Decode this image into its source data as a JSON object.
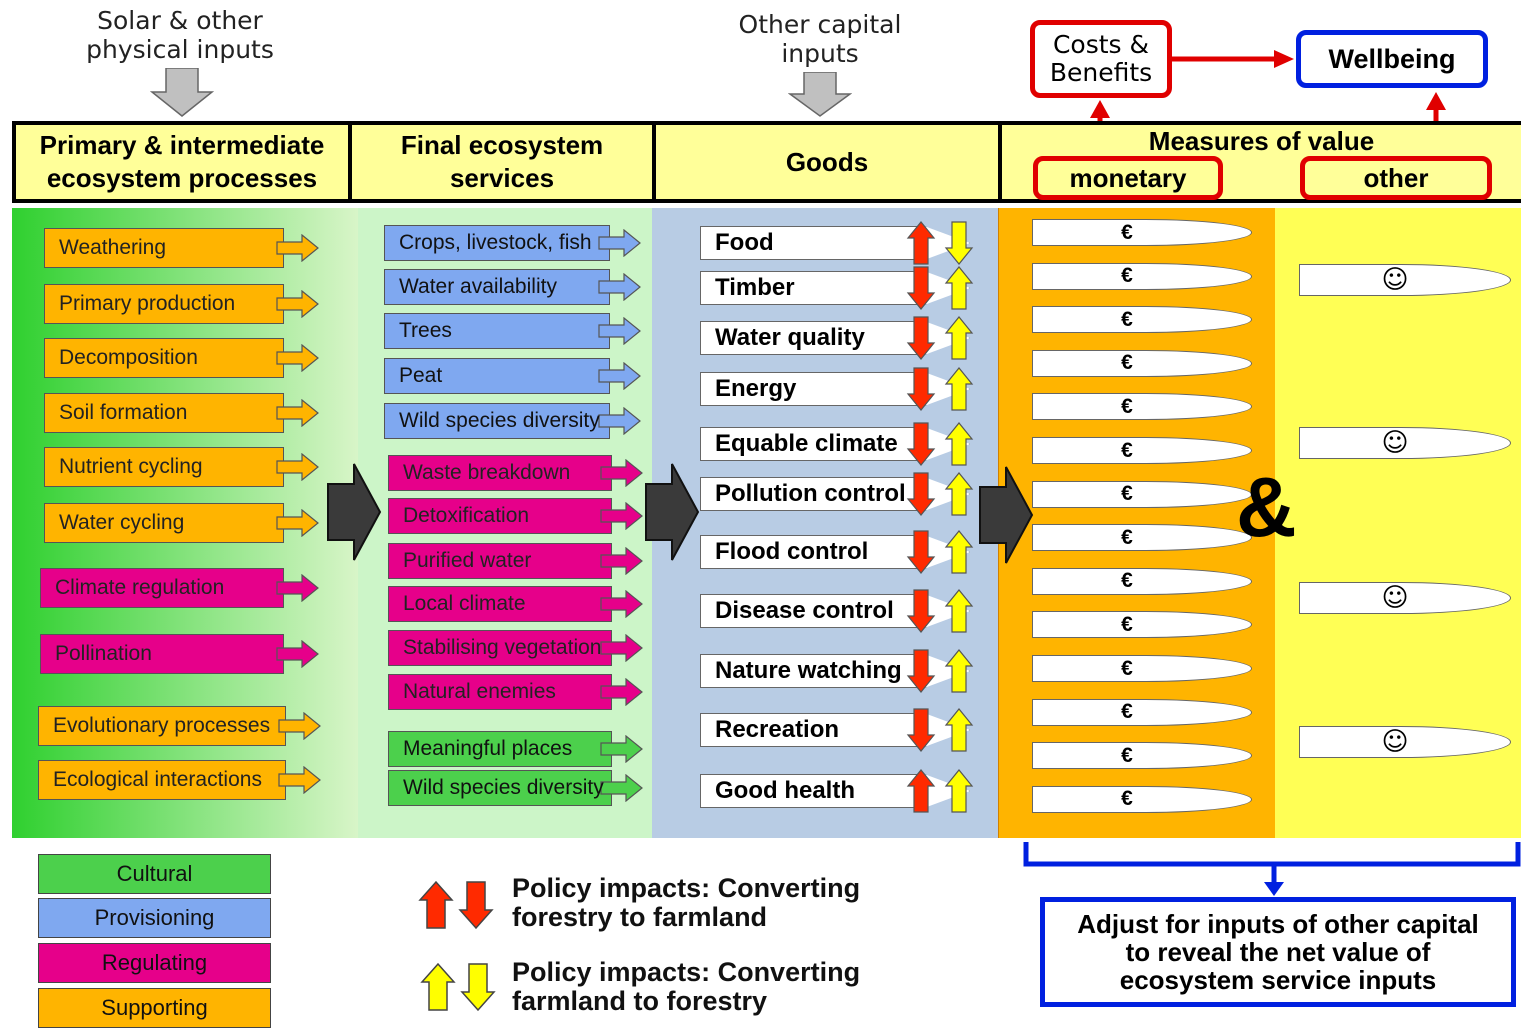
{
  "top": {
    "solar": "Solar & other\nphysical inputs",
    "capital": "Other capital\ninputs",
    "costs": "Costs &\nBenefits",
    "wellbeing": "Wellbeing"
  },
  "headers": {
    "primary": "Primary & intermediate ecosystem processes",
    "final": "Final ecosystem services",
    "goods": "Goods",
    "measures": "Measures of value",
    "monetary": "monetary",
    "other": "other"
  },
  "processes": [
    {
      "label": "Weathering",
      "type": "Supporting"
    },
    {
      "label": "Primary production",
      "type": "Supporting"
    },
    {
      "label": "Decomposition",
      "type": "Supporting"
    },
    {
      "label": "Soil formation",
      "type": "Supporting"
    },
    {
      "label": "Nutrient cycling",
      "type": "Supporting"
    },
    {
      "label": "Water cycling",
      "type": "Supporting"
    },
    {
      "label": "Climate regulation",
      "type": "Regulating"
    },
    {
      "label": "Pollination",
      "type": "Regulating"
    },
    {
      "label": "Evolutionary processes",
      "type": "Supporting"
    },
    {
      "label": "Ecological interactions",
      "type": "Supporting"
    }
  ],
  "services": [
    {
      "label": "Crops, livestock, fish",
      "type": "Provisioning"
    },
    {
      "label": "Water availability",
      "type": "Provisioning"
    },
    {
      "label": "Trees",
      "type": "Provisioning"
    },
    {
      "label": "Peat",
      "type": "Provisioning"
    },
    {
      "label": "Wild species diversity",
      "type": "Provisioning"
    },
    {
      "label": "Waste breakdown",
      "type": "Regulating"
    },
    {
      "label": "Detoxification",
      "type": "Regulating"
    },
    {
      "label": "Purified water",
      "type": "Regulating"
    },
    {
      "label": "Local climate",
      "type": "Regulating"
    },
    {
      "label": "Stabilising vegetation",
      "type": "Regulating"
    },
    {
      "label": "Natural enemies",
      "type": "Regulating"
    },
    {
      "label": "Meaningful places",
      "type": "Cultural"
    },
    {
      "label": "Wild species diversity",
      "type": "Cultural"
    }
  ],
  "goods": [
    {
      "label": "Food",
      "red": "up",
      "yellow": "down"
    },
    {
      "label": "Timber",
      "red": "down",
      "yellow": "up"
    },
    {
      "label": "Water quality",
      "red": "down",
      "yellow": "up"
    },
    {
      "label": "Energy",
      "red": "down",
      "yellow": "up"
    },
    {
      "label": "Equable climate",
      "red": "down",
      "yellow": "up"
    },
    {
      "label": "Pollution control",
      "red": "down",
      "yellow": "up"
    },
    {
      "label": "Flood control",
      "red": "down",
      "yellow": "up"
    },
    {
      "label": "Disease control",
      "red": "down",
      "yellow": "up"
    },
    {
      "label": "Nature watching",
      "red": "down",
      "yellow": "up"
    },
    {
      "label": "Recreation",
      "red": "down",
      "yellow": "up"
    },
    {
      "label": "Good health",
      "red": "up",
      "yellow": "up"
    }
  ],
  "euro_symbol": "€",
  "euro_count": 14,
  "smile_symbol": "☺",
  "smile_count": 4,
  "ampersand": "&",
  "legend": [
    "Cultural",
    "Provisioning",
    "Regulating",
    "Supporting"
  ],
  "policy": {
    "red": "Policy impacts: Converting\nforestry to farmland",
    "yellow": "Policy impacts: Converting\nfarmland to forestry"
  },
  "adjust": "Adjust for inputs of other capital\nto reveal the net value of\necosystem service inputs",
  "colors": {
    "supporting": "#ffb400",
    "regulating": "#e6008a",
    "provisioning": "#7fa8f0",
    "cultural": "#4cd04c",
    "header": "#ffff99",
    "goods_panel": "#b8cce4",
    "monetary_panel": "#ffb400",
    "other_panel": "#ffff55",
    "red_arrow": "#ff2a00",
    "yellow_arrow": "#ffff00",
    "accent_red": "#e00000",
    "accent_blue": "#0020e0"
  }
}
